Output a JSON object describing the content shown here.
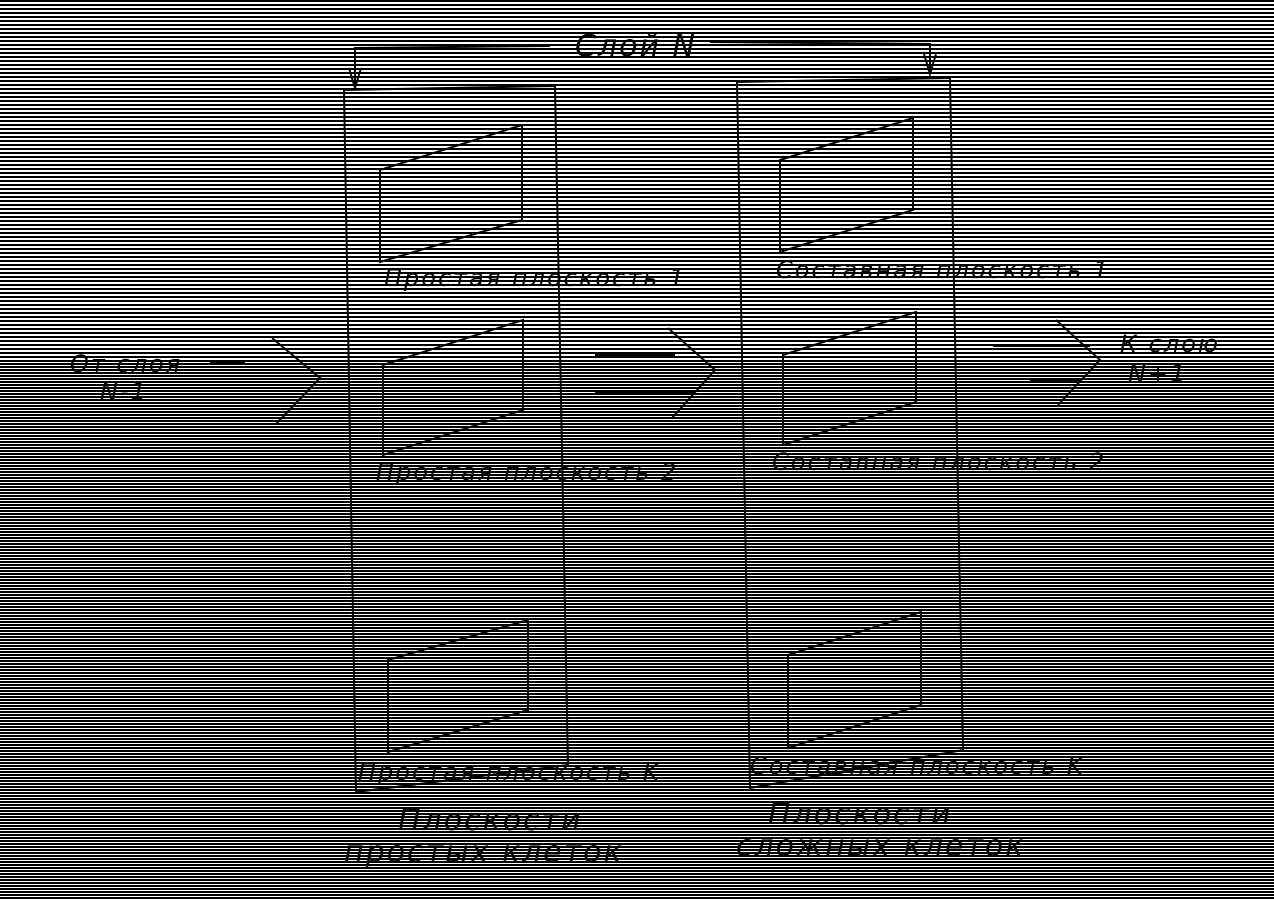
{
  "layer_title": "Слой N",
  "input_label": [
    "От слоя",
    "N-1"
  ],
  "output_label": [
    "К слою",
    "N+1"
  ],
  "simple_column": {
    "planes": [
      "Простая плоскость 1",
      "Простая плоскость 2",
      "Простая плоскость K"
    ],
    "caption": [
      "Плоскости",
      "простых клеток"
    ]
  },
  "complex_column": {
    "planes": [
      "Составная плоскость 1",
      "Составная плоскость 2",
      "Составная плоскость K"
    ],
    "caption": [
      "Плоскости",
      "сложных клеток"
    ]
  }
}
